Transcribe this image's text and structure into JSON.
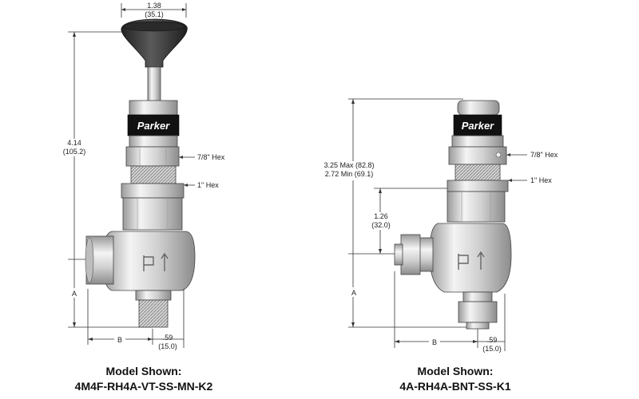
{
  "left_valve": {
    "dims": {
      "width_in": "1.38",
      "width_mm": "(35.1)",
      "height_in": "4.14",
      "height_mm": "(105.2)",
      "hex_upper": "7/8\" Hex",
      "hex_lower": "1\" Hex",
      "dim_a": "A",
      "dim_b": "B",
      "offset_in": ".59",
      "offset_mm": "(15.0)"
    },
    "brand": "Parker",
    "caption_line1": "Model Shown:",
    "caption_line2": "4M4F-RH4A-VT-SS-MN-K2"
  },
  "right_valve": {
    "dims": {
      "height_max": "3.25 Max (82.8)",
      "height_min": "2.72 Min (69.1)",
      "mid_in": "1.26",
      "mid_mm": "(32.0)",
      "hex_upper": "7/8\" Hex",
      "hex_lower": "1\" Hex",
      "dim_a": "A",
      "dim_b": "B",
      "offset_in": ".59",
      "offset_mm": "(15.0)"
    },
    "brand": "Parker",
    "caption_line1": "Model Shown:",
    "caption_line2": "4A-RH4A-BNT-SS-K1"
  },
  "colors": {
    "steel_light": "#f2f2f2",
    "steel_mid": "#c9c9c9",
    "steel_dark": "#8a8a8a",
    "knob": "#3a3a3a",
    "band": "#111111"
  }
}
